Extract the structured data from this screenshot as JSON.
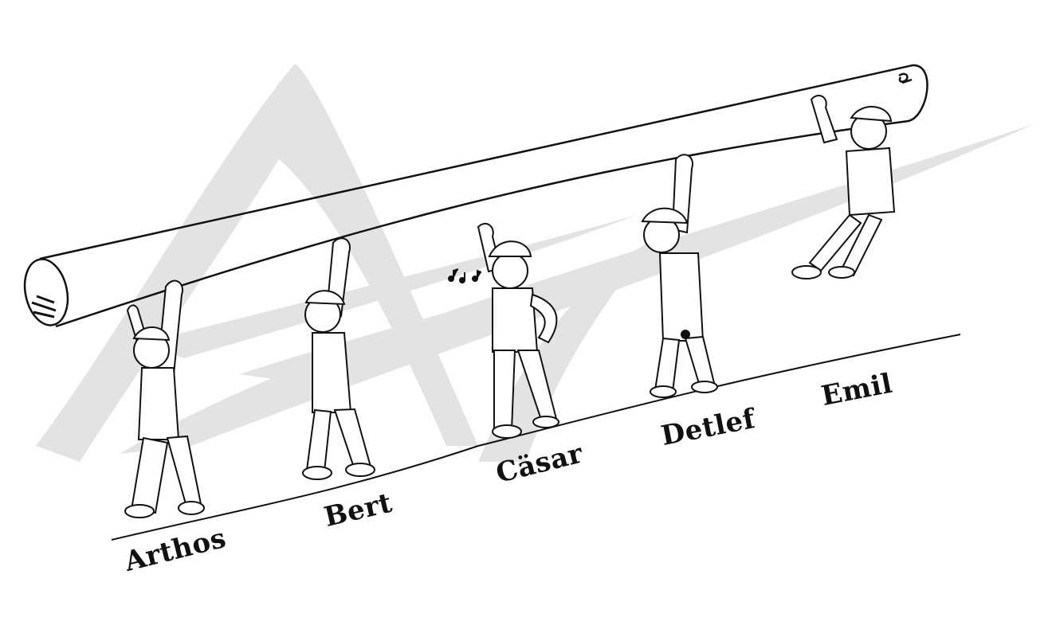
{
  "workers": [
    {
      "name": "Arthos"
    },
    {
      "name": "Bert"
    },
    {
      "name": "Cäsar"
    },
    {
      "name": "Detlef"
    },
    {
      "name": "Emil"
    }
  ],
  "colors": {
    "ink": "#111111",
    "watermark": "#e3e3e3",
    "background": "#ffffff"
  },
  "icons": {
    "watermark": "stylized-A-swoosh-logo",
    "figures": "worker-with-hardhat-icon",
    "music": "music-notes-icon"
  }
}
